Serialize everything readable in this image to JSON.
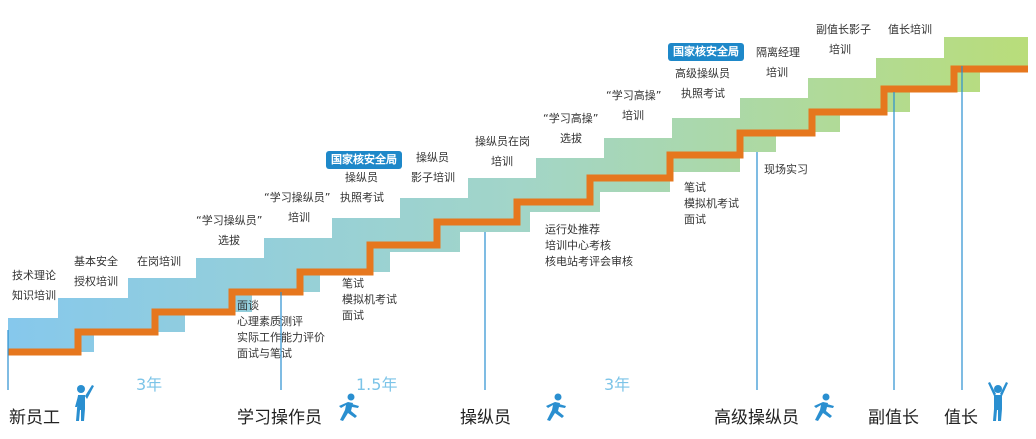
{
  "colors": {
    "stair_start": "#86c8ec",
    "stair_end": "#b9dd7a",
    "line": "#e6771e",
    "badge": "#1e88c9",
    "accent": "#2a8fd0"
  },
  "badges": [
    "国家核安全局",
    "国家核安全局"
  ],
  "steps_top": [
    [
      "技术理论",
      "知识培训"
    ],
    [
      "基本安全",
      "授权培训"
    ],
    [
      "在岗培训"
    ],
    [
      "“学习操纵员”",
      "选拔"
    ],
    [
      "“学习操纵员”",
      "培训"
    ],
    [
      "操纵员",
      "执照考试"
    ],
    [
      "操纵员",
      "影子培训"
    ],
    [
      "操纵员在岗",
      "培训"
    ],
    [
      "“学习高操”",
      "选拔"
    ],
    [
      "“学习高操”",
      "培训"
    ],
    [
      "高级操纵员",
      "执照考试"
    ],
    [
      "隔离经理",
      "培训"
    ],
    [
      "副值长影子",
      "培训"
    ],
    [
      "值长培训"
    ]
  ],
  "steps_bottom": [
    [
      "面谈",
      "心理素质测评",
      "实际工作能力评价",
      "面试与笔试"
    ],
    [
      "笔试",
      "模拟机考试",
      "面试"
    ],
    [
      "运行处推荐",
      "培训中心考核",
      "核电站考评会审核"
    ],
    [
      "笔试",
      "模拟机考试",
      "面试"
    ],
    [
      "现场实习"
    ]
  ],
  "durations": [
    "3年",
    "1.5年",
    "3年"
  ],
  "stages": [
    "新员工",
    "学习操作员",
    "操纵员",
    "高级操纵员",
    "副值长",
    "值长"
  ],
  "icons": [
    "raised-arm-person-icon",
    "running-person-icon",
    "running-person-icon",
    "running-person-icon",
    "raised-arms-person-icon"
  ]
}
